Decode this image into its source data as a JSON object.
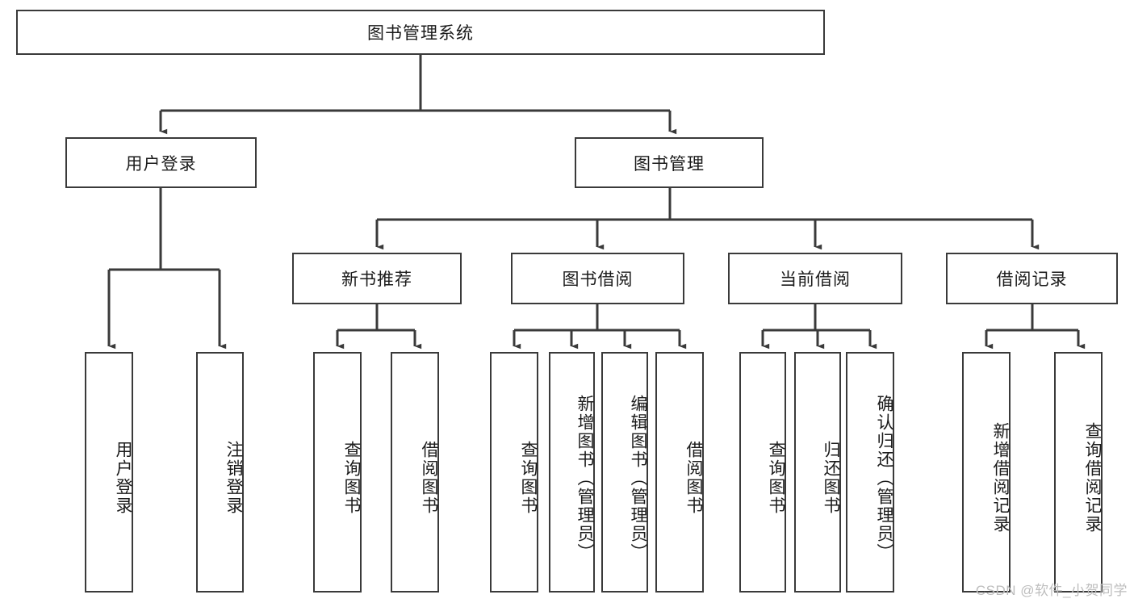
{
  "diagram": {
    "title": "图书管理系统",
    "type": "hierarchy-tree",
    "edge_style": "orthogonal-arrow",
    "colors": {
      "stroke": "#3a3a3a",
      "fill": "#ffffff",
      "text": "#1b1b1b",
      "watermark": "#bdbdbd"
    }
  },
  "nodes": {
    "root": {
      "label": "图书管理系统",
      "level": 1
    },
    "level2": [
      {
        "id": "user-login",
        "label": "用户登录"
      },
      {
        "id": "book-manage",
        "label": "图书管理"
      }
    ],
    "level3": [
      {
        "id": "new-book-recommend",
        "label": "新书推荐",
        "parent": "book-manage"
      },
      {
        "id": "book-borrow",
        "label": "图书借阅",
        "parent": "book-manage"
      },
      {
        "id": "current-borrow",
        "label": "当前借阅",
        "parent": "book-manage"
      },
      {
        "id": "borrow-record",
        "label": "借阅记录",
        "parent": "book-manage"
      }
    ],
    "leaves": [
      {
        "id": "leaf-user-login",
        "label": "用户登录",
        "parent": "user-login"
      },
      {
        "id": "leaf-user-logout",
        "label": "注销登录",
        "parent": "user-login"
      },
      {
        "id": "leaf-query-book-1",
        "label": "查询图书",
        "parent": "new-book-recommend"
      },
      {
        "id": "leaf-borrow-book-1",
        "label": "借阅图书",
        "parent": "new-book-recommend"
      },
      {
        "id": "leaf-query-book-2",
        "label": "查询图书",
        "parent": "book-borrow"
      },
      {
        "id": "leaf-add-book",
        "label": "新增图书（管理员）",
        "parent": "book-borrow"
      },
      {
        "id": "leaf-edit-book",
        "label": "编辑图书（管理员）",
        "parent": "book-borrow"
      },
      {
        "id": "leaf-borrow-book-2",
        "label": "借阅图书",
        "parent": "book-borrow"
      },
      {
        "id": "leaf-query-book-3",
        "label": "查询图书",
        "parent": "current-borrow"
      },
      {
        "id": "leaf-return-book",
        "label": "归还图书",
        "parent": "current-borrow"
      },
      {
        "id": "leaf-confirm-return",
        "label": "确认归还（管理员）",
        "parent": "current-borrow"
      },
      {
        "id": "leaf-add-record",
        "label": "新增借阅记录",
        "parent": "borrow-record"
      },
      {
        "id": "leaf-query-record",
        "label": "查询借阅记录",
        "parent": "borrow-record"
      }
    ]
  },
  "watermark": {
    "text": "CSDN @软件_小贺同学"
  }
}
